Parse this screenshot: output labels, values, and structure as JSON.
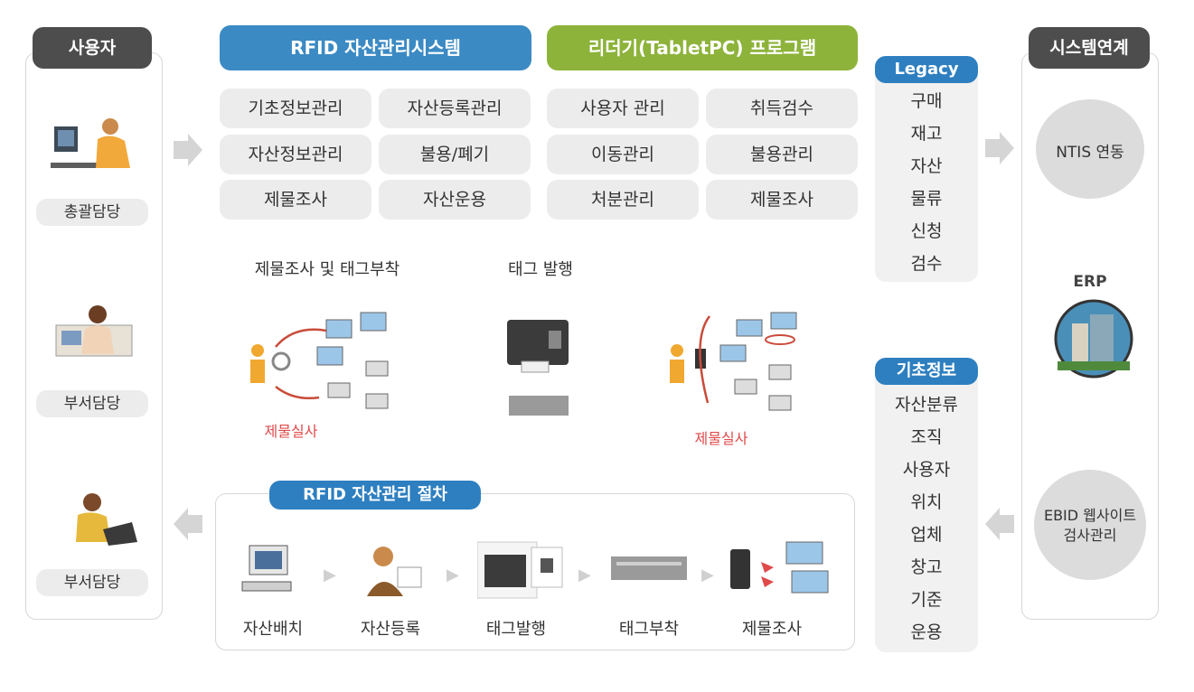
{
  "users": {
    "header": "사용자",
    "roles": [
      "총괄담당",
      "부서담당",
      "부서담당"
    ]
  },
  "rfid_system": {
    "header": "RFID 자산관리시스템",
    "items": [
      "기초정보관리",
      "자산등록관리",
      "자산정보관리",
      "불용/폐기",
      "제물조사",
      "자산운용"
    ]
  },
  "reader_program": {
    "header": "리더기(TabletPC) 프로그램",
    "items": [
      "사용자 관리",
      "취득검수",
      "이동관리",
      "불용관리",
      "처분관리",
      "제물조사"
    ]
  },
  "middle": {
    "survey_title": "제물조사 및 태그부착",
    "tag_issue_title": "태그 발행",
    "survey_caption_1": "제물실사",
    "survey_caption_2": "제물실사"
  },
  "procedure": {
    "header": "RFID 자산관리 절차",
    "steps": [
      "자산배치",
      "자산등록",
      "태그발행",
      "태그부착",
      "제물조사"
    ]
  },
  "legacy": {
    "header": "Legacy",
    "items": [
      "구매",
      "재고",
      "자산",
      "물류",
      "신청",
      "검수"
    ]
  },
  "base_info": {
    "header": "기초정보",
    "items": [
      "자산분류",
      "조직",
      "사용자",
      "위치",
      "업체",
      "창고",
      "기준",
      "운용"
    ]
  },
  "system_link": {
    "header": "시스템연계",
    "ntis": "NTIS 연동",
    "erp": "ERP",
    "ebid": "EBID 웹사이트 검사관리"
  },
  "colors": {
    "blue": "#3b8ac4",
    "olive": "#8db33a",
    "dark": "#4d4d4d",
    "legacy_blue": "#2e7fc0"
  }
}
